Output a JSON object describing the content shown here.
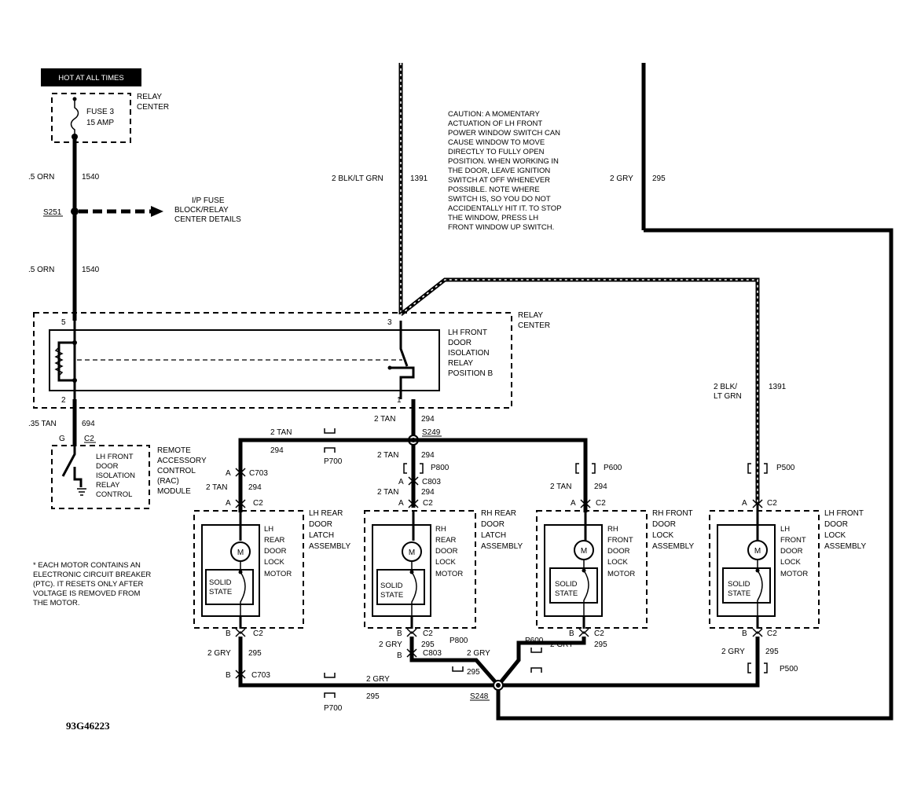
{
  "diagram_id": "93G46223",
  "hot_label": "HOT AT ALL TIMES",
  "relay_center_top": [
    "RELAY",
    "CENTER"
  ],
  "fuse": [
    "FUSE 3",
    "15 AMP"
  ],
  "wire_540_a": ".5 ORN",
  "circuit_1540_a": "1540",
  "splice_s251": "S251",
  "ip_fuse": [
    "I/P FUSE",
    "BLOCK/RELAY",
    "CENTER DETAILS"
  ],
  "wire_540_b": ".5 ORN",
  "circuit_1540_b": "1540",
  "wire_blk_grn_top": "2 BLK/LT GRN",
  "circuit_1391_top": "1391",
  "wire_gry_top": "2 GRY",
  "circuit_295_top": "295",
  "caution": [
    "CAUTION: A MOMENTARY",
    "ACTUATION OF LH FRONT",
    "POWER WINDOW SWITCH CAN",
    "CAUSE WINDOW TO MOVE",
    "DIRECTLY TO FULLY OPEN",
    "POSITION. WHEN WORKING IN",
    "THE DOOR, LEAVE IGNITION",
    "SWITCH AT OFF WHENEVER",
    "POSSIBLE. NOTE WHERE",
    "SWITCH IS, SO YOU DO NOT",
    "ACCIDENTALLY HIT IT. TO STOP",
    "THE WINDOW, PRESS LH",
    "FRONT WINDOW UP SWITCH."
  ],
  "relay_center_mid": [
    "RELAY",
    "CENTER"
  ],
  "isolation_relay": [
    "LH FRONT",
    "DOOR",
    "ISOLATION",
    "RELAY",
    "POSITION B"
  ],
  "pin_5": "5",
  "pin_2": "2",
  "pin_3": "3",
  "pin_1": "1",
  "wire_35_tan": ".35 TAN",
  "circuit_694": "694",
  "pin_g": "G",
  "conn_c2_rac": "C2",
  "rac_internal": [
    "LH FRONT",
    "DOOR",
    "ISOLATION",
    "RELAY",
    "CONTROL"
  ],
  "rac_label": [
    "REMOTE",
    "ACCESSORY",
    "CONTROL",
    "(RAC)",
    "MODULE"
  ],
  "wire_2tan_a": "2 TAN",
  "circuit_294_a": "294",
  "splice_s249": "S249",
  "wire_2tan_b": "2 TAN",
  "circuit_294_b": "294",
  "wire_2tan_c": "2 TAN",
  "circuit_294_c": "294",
  "conn_p800_top": "P800",
  "conn_p700_top": "P700",
  "conn_p600_top": "P600",
  "conn_p500_top": "P500",
  "pin_a": "A",
  "conn_c703_top": "C703",
  "conn_c803_top": "C803",
  "wire_2tan_lhr": "2 TAN",
  "circuit_294_lhr": "294",
  "wire_2tan_rhr": "2 TAN",
  "circuit_294_rhr": "294",
  "wire_2tan_rhf": "2 TAN",
  "circuit_294_rhf": "294",
  "wire_blk_grn_mid": [
    "2 BLK/",
    "LT GRN"
  ],
  "circuit_1391_mid": "1391",
  "conn_c2": "C2",
  "motor_m": "M",
  "solid_state": [
    "SOLID",
    "STATE"
  ],
  "lh_rear_internal": [
    "LH",
    "REAR",
    "DOOR",
    "LOCK",
    "MOTOR"
  ],
  "lh_rear_label": [
    "LH REAR",
    "DOOR",
    "LATCH",
    "ASSEMBLY"
  ],
  "rh_rear_internal": [
    "RH",
    "REAR",
    "DOOR",
    "LOCK",
    "MOTOR"
  ],
  "rh_rear_label": [
    "RH REAR",
    "DOOR",
    "LATCH",
    "ASSEMBLY"
  ],
  "rh_front_internal": [
    "RH",
    "FRONT",
    "DOOR",
    "LOCK",
    "MOTOR"
  ],
  "rh_front_label": [
    "RH FRONT",
    "DOOR",
    "LOCK",
    "ASSEMBLY"
  ],
  "lh_front_internal": [
    "LH",
    "FRONT",
    "DOOR",
    "LOCK",
    "MOTOR"
  ],
  "lh_front_label": [
    "LH FRONT",
    "DOOR",
    "LOCK",
    "ASSEMBLY"
  ],
  "footnote": [
    "* EACH MOTOR CONTAINS AN",
    "ELECTRONIC CIRCUIT BREAKER",
    "(PTC). IT RESETS ONLY AFTER",
    "VOLTAGE IS REMOVED FROM",
    "THE MOTOR."
  ],
  "pin_b": "B",
  "wire_2gry_lhr": "2 GRY",
  "circuit_295_lhr": "295",
  "wire_2gry_rhr": "2 GRY",
  "circuit_295_rhr": "295",
  "wire_2gry_rhf": "2 GRY",
  "circuit_295_rhf": "295",
  "wire_2gry_lhf": "2 GRY",
  "circuit_295_lhf": "295",
  "conn_p800_bot": "P800",
  "conn_c803_bot": "C803",
  "wire_2gry_c803": "2 GRY",
  "conn_p600_bot": "P600",
  "circuit_295_mid": "295",
  "conn_c703_bot": "C703",
  "wire_2gry_bottom": "2 GRY",
  "circuit_295_bottom": "295",
  "conn_p700_bot": "P700",
  "splice_s248": "S248",
  "conn_p500_bot": "P500"
}
